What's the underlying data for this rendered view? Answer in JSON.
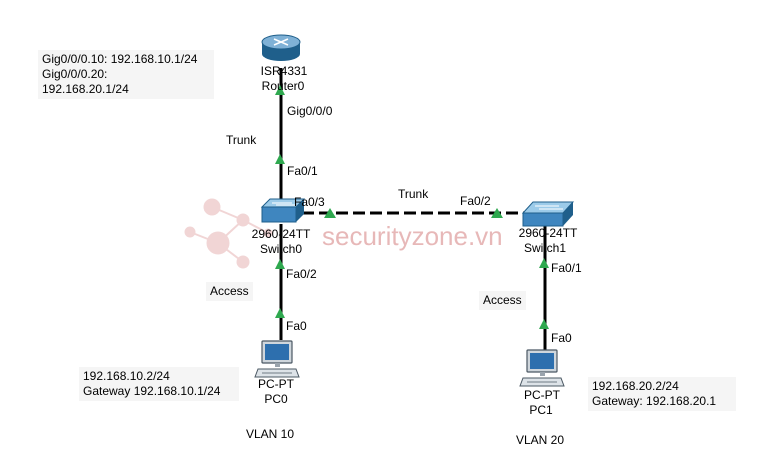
{
  "router": {
    "model": "ISR4331",
    "name": "Router0",
    "port": "Gig0/0/0",
    "note_lines": [
      "Gig0/0/0.10: 192.168.10.1/24",
      "Gig0/0/0.20:",
      "192.168.20.1/24"
    ]
  },
  "switch0": {
    "model": "2960-24TT",
    "name": "Switch0",
    "port_up": "Fa0/1",
    "port_right": "Fa0/3",
    "port_down": "Fa0/2"
  },
  "switch1": {
    "model": "2960-24TT",
    "name": "Switch1",
    "port_left": "Fa0/2",
    "port_down": "Fa0/1"
  },
  "pc0": {
    "model": "PC-PT",
    "name": "PC0",
    "port": "Fa0",
    "vlan": "VLAN 10",
    "note_lines": [
      "192.168.10.2/24",
      "Gateway 192.168.10.1/24"
    ]
  },
  "pc1": {
    "model": "PC-PT",
    "name": "PC1",
    "port": "Fa0",
    "vlan": "VLAN 20",
    "note_lines": [
      "192.168.20.2/24",
      "Gateway: 192.168.20.1"
    ]
  },
  "links": {
    "router_switch0": "Trunk",
    "switch0_switch1": "Trunk",
    "switch0_pc0": "Access",
    "switch1_pc1": "Access"
  },
  "watermark": "securityzone.vn",
  "colors": {
    "link_up": "#2fa84f",
    "cable": "#000000",
    "note_bg": "#f5f5f5",
    "device": "#2e6fa3",
    "watermark": "#e2a7a7"
  }
}
